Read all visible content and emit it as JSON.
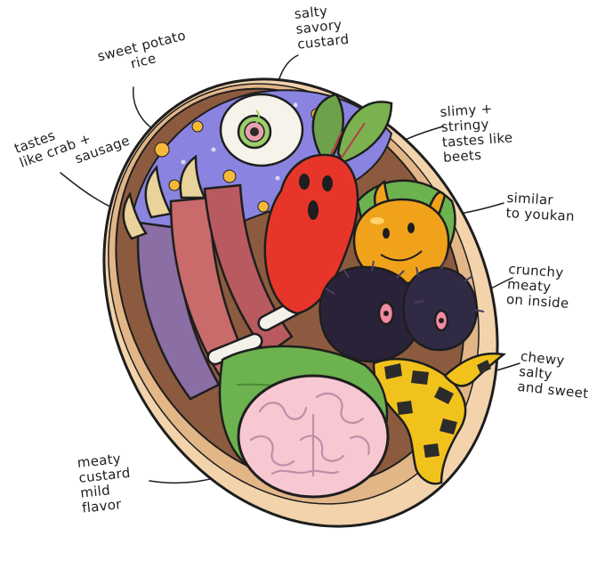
{
  "illustration": {
    "palette": {
      "outline": "#1e1e1e",
      "box_wood": "#f2d3ac",
      "box_wood_dark": "#e3b687",
      "box_inner": "#8c5b3f",
      "rice_purple": "#8a84e0",
      "rice_yellow": "#f5b93a",
      "egg_white": "#f5f3ea",
      "egg_iris": "#9ccf6a",
      "radish_red": "#e8352a",
      "beet_leaf_green": "#6da24a",
      "youkan_gold": "#f0a21b",
      "urchin_black": "#2a2238",
      "urchin_eye_pink": "#f28aa0",
      "tentacle_yellow": "#f2c21c",
      "tentacle_black": "#2b2b2b",
      "brain_pink": "#f7c8d2",
      "brain_line": "#c48ca8",
      "shiso_green": "#6cb24f",
      "claw_pink": "#c96b6b",
      "claw_purple": "#8b6ea4",
      "bone_white": "#f4f0ea",
      "talon_tan": "#e9d39a"
    }
  },
  "annotations": {
    "salty_custard": [
      "salty",
      "savory",
      "custard"
    ],
    "sweet_potato_rice": [
      "sweet potato",
      "rice"
    ],
    "crab_sausage": [
      "tastes",
      "like crab +",
      "sausage"
    ],
    "beets": [
      "slimy +",
      "stringy",
      "tastes like",
      "beets"
    ],
    "youkan": [
      "similar",
      "to youkan"
    ],
    "crunchy": [
      "crunchy",
      "meaty",
      "on inside"
    ],
    "chewy": [
      "chewy",
      "salty",
      "and sweet"
    ],
    "brain": [
      "meaty",
      "custard",
      "mild",
      "flavor"
    ]
  }
}
